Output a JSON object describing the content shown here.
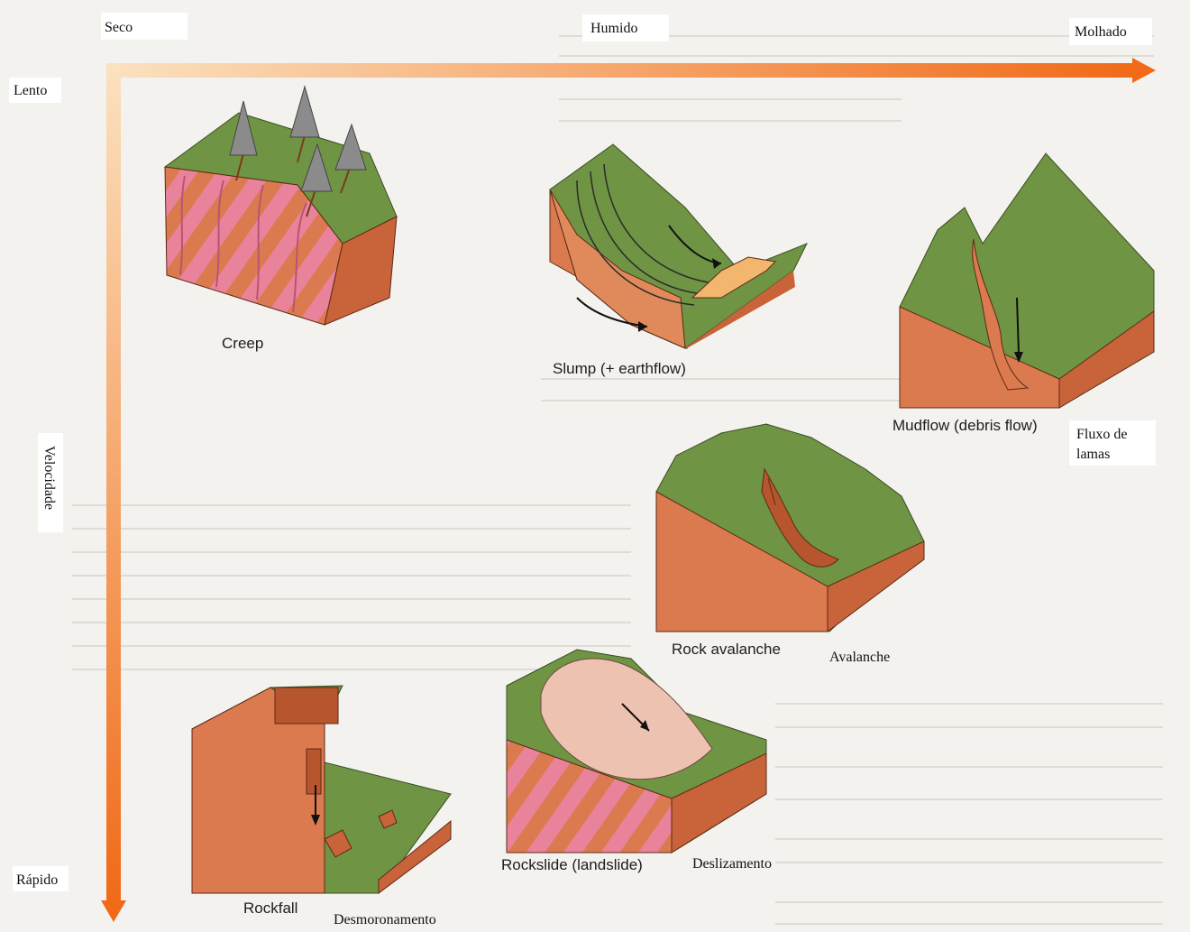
{
  "axes": {
    "top": {
      "dry": "Seco",
      "humid": "Humido",
      "wet": "Molhado"
    },
    "left": {
      "slow": "Lento",
      "speed": "Velocidade",
      "fast": "Rápido"
    }
  },
  "panels": {
    "creep": {
      "label": "Creep"
    },
    "slump": {
      "label": "Slump (+ earthflow)"
    },
    "mudflow": {
      "label": "Mudflow (debris flow)",
      "translation_line1": "Fluxo de",
      "translation_line2": "lamas"
    },
    "avalanche": {
      "label": "Rock  avalanche",
      "translation": "Avalanche"
    },
    "rockslide": {
      "label": "Rockslide (landslide)",
      "translation": "Deslizamento"
    },
    "rockfall": {
      "label": "Rockfall",
      "translation": "Desmoronamento"
    }
  },
  "colors": {
    "ground_green": "#6f9443",
    "rock_orange": "#dc7a4f",
    "layer_pink": "#e9839c",
    "arrow_orange": "#f07a25",
    "tree_grey": "#8b8b8b"
  }
}
